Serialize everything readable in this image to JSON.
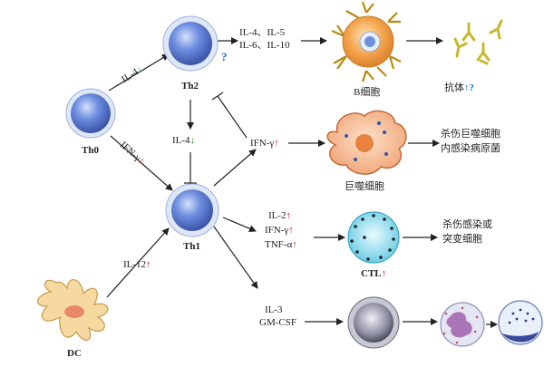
{
  "cells": {
    "th0": "Th0",
    "th2": "Th2",
    "th1": "Th1",
    "dc": "DC",
    "bcell": "B细胞",
    "macrophage": "巨噬细胞",
    "ctl": "CTL"
  },
  "signals": {
    "il4_th0_th2": "IL-4",
    "ifng_th0_th1": "IFN-γ",
    "il4_th2_th1": "IL-4",
    "il12": "IL-12",
    "th2_out_line1": "IL-4、IL-5",
    "th2_out_line2": "IL-6、IL-10",
    "ifng_to_macro": "IFN-γ",
    "th1_out_il2": "IL-2",
    "th1_out_ifng": "IFN-γ",
    "th1_out_tnfa": "TNF-α",
    "th1_out_il3": "IL-3",
    "th1_out_gmcsf": "GM-CSF"
  },
  "outcomes": {
    "antibody": "抗体",
    "macro_line1": "杀伤巨噬细胞",
    "macro_line2": "内感染病原菌",
    "ctl_line1": "杀伤感染或",
    "ctl_line2": "突变细胞"
  },
  "symbols": {
    "up": "↑",
    "down": "↓",
    "question": "?"
  },
  "colors": {
    "up_arrow": "#d42020",
    "down_arrow": "#2a8a3a",
    "question": "#1f6fd1",
    "t_cell": "#4f72c8",
    "b_cell": "#f2a24a",
    "macrophage": "#f4b48c",
    "ctl": "#7fd6ea",
    "dc": "#f6d9a0"
  }
}
